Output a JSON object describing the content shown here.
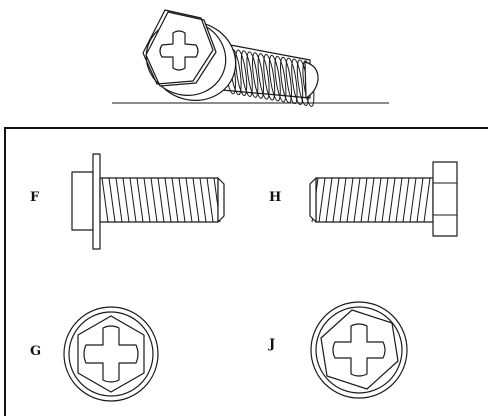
{
  "options": [
    {
      "letter": "F",
      "view": "side-flanged-washer"
    },
    {
      "letter": "G",
      "view": "end-hex-washer"
    },
    {
      "letter": "H",
      "view": "side-hex-head"
    },
    {
      "letter": "J",
      "view": "end-hex-undercut"
    }
  ]
}
